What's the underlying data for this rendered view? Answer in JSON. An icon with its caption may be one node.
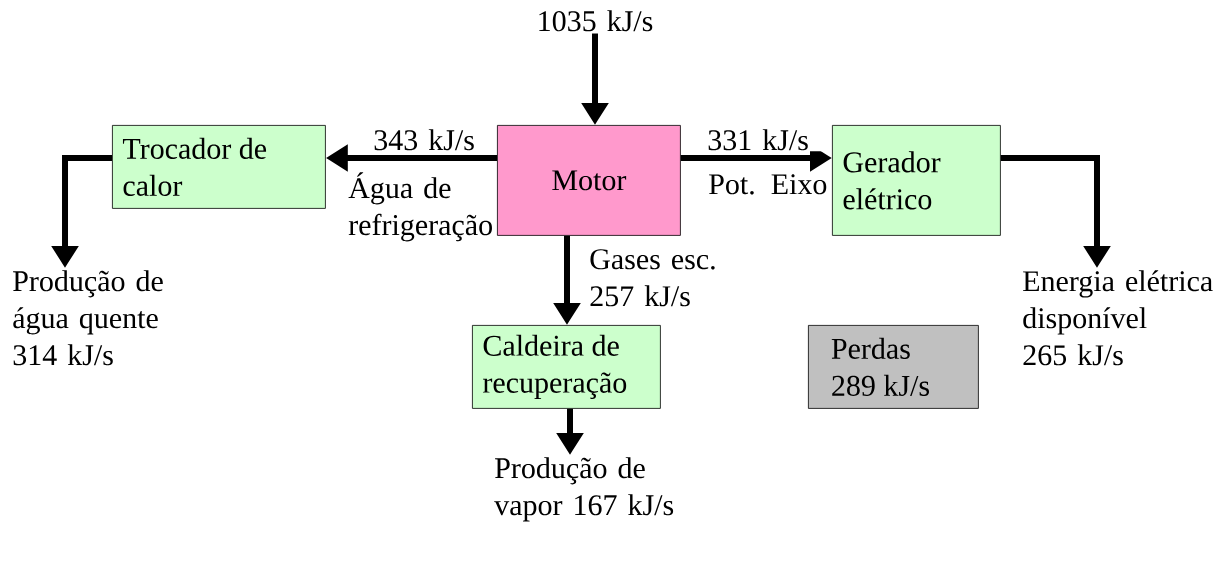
{
  "diagram": {
    "nodes": [
      {
        "text": [
          "Trocador de calor"
        ]
      },
      {
        "text": [
          "Motor"
        ]
      },
      {
        "text": [
          "Gerador elétrico"
        ]
      },
      {
        "text": [
          "Caldeira de recuperação"
        ]
      },
      {
        "text": [
          "Perdas 289 kJ/s"
        ]
      },
      {
        "text": [
          "1035 kJ/s"
        ]
      },
      {
        "text": [
          "Produção de água quente 314 kJ/s"
        ]
      },
      {
        "text": [
          "Energia elétrica disponível",
          "265 kJ/s"
        ]
      },
      {
        "text": [
          "Produção de vapor 167 kJ/s"
        ]
      }
    ],
    "edges": [
      {
        "from": 5,
        "to": 1,
        "arrow": "to"
      },
      {
        "from": 1,
        "to": 0,
        "arrow": "to",
        "label": "343 kJ/s"
      },
      {
        "from": 1,
        "to": 2,
        "arrow": "to",
        "label": "331 kJ/s"
      },
      {
        "from": 1,
        "to": 3,
        "arrow": "to",
        "label": "Gases esc. 257 kJ/s"
      },
      {
        "from": 0,
        "to": 6,
        "arrow": "to"
      },
      {
        "from": 2,
        "to": 7,
        "arrow": "to"
      },
      {
        "from": 3,
        "to": 8,
        "arrow": "to"
      }
    ],
    "labels": [
      "Água de refrigeração",
      "Pot. Eixo"
    ]
  }
}
